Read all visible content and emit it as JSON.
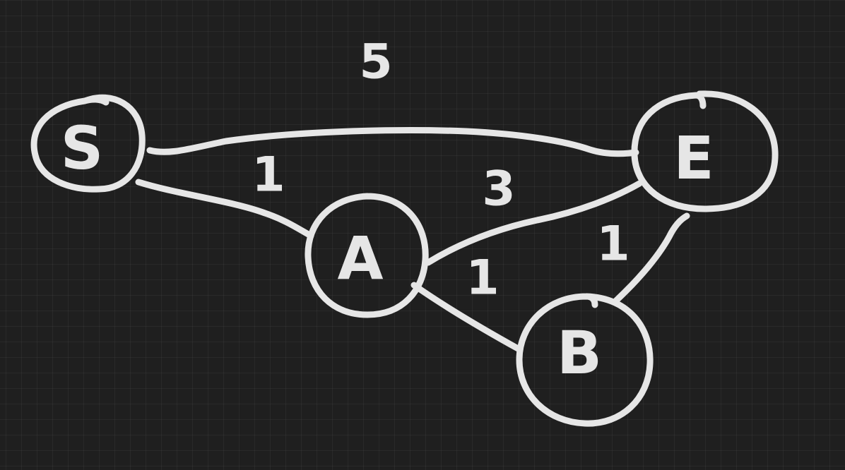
{
  "nodes": {
    "S": {
      "label": "S"
    },
    "E": {
      "label": "E"
    },
    "A": {
      "label": "A"
    },
    "B": {
      "label": "B"
    }
  },
  "edges": {
    "S_E": {
      "weight": "5"
    },
    "S_A": {
      "weight": "1"
    },
    "A_E": {
      "weight": "3"
    },
    "A_B": {
      "weight": "1"
    },
    "B_E": {
      "weight": "1"
    }
  },
  "colors": {
    "background": "#1f1f1f",
    "ink": "#e6e6e6",
    "grid": "rgba(255,255,255,0.045)"
  }
}
